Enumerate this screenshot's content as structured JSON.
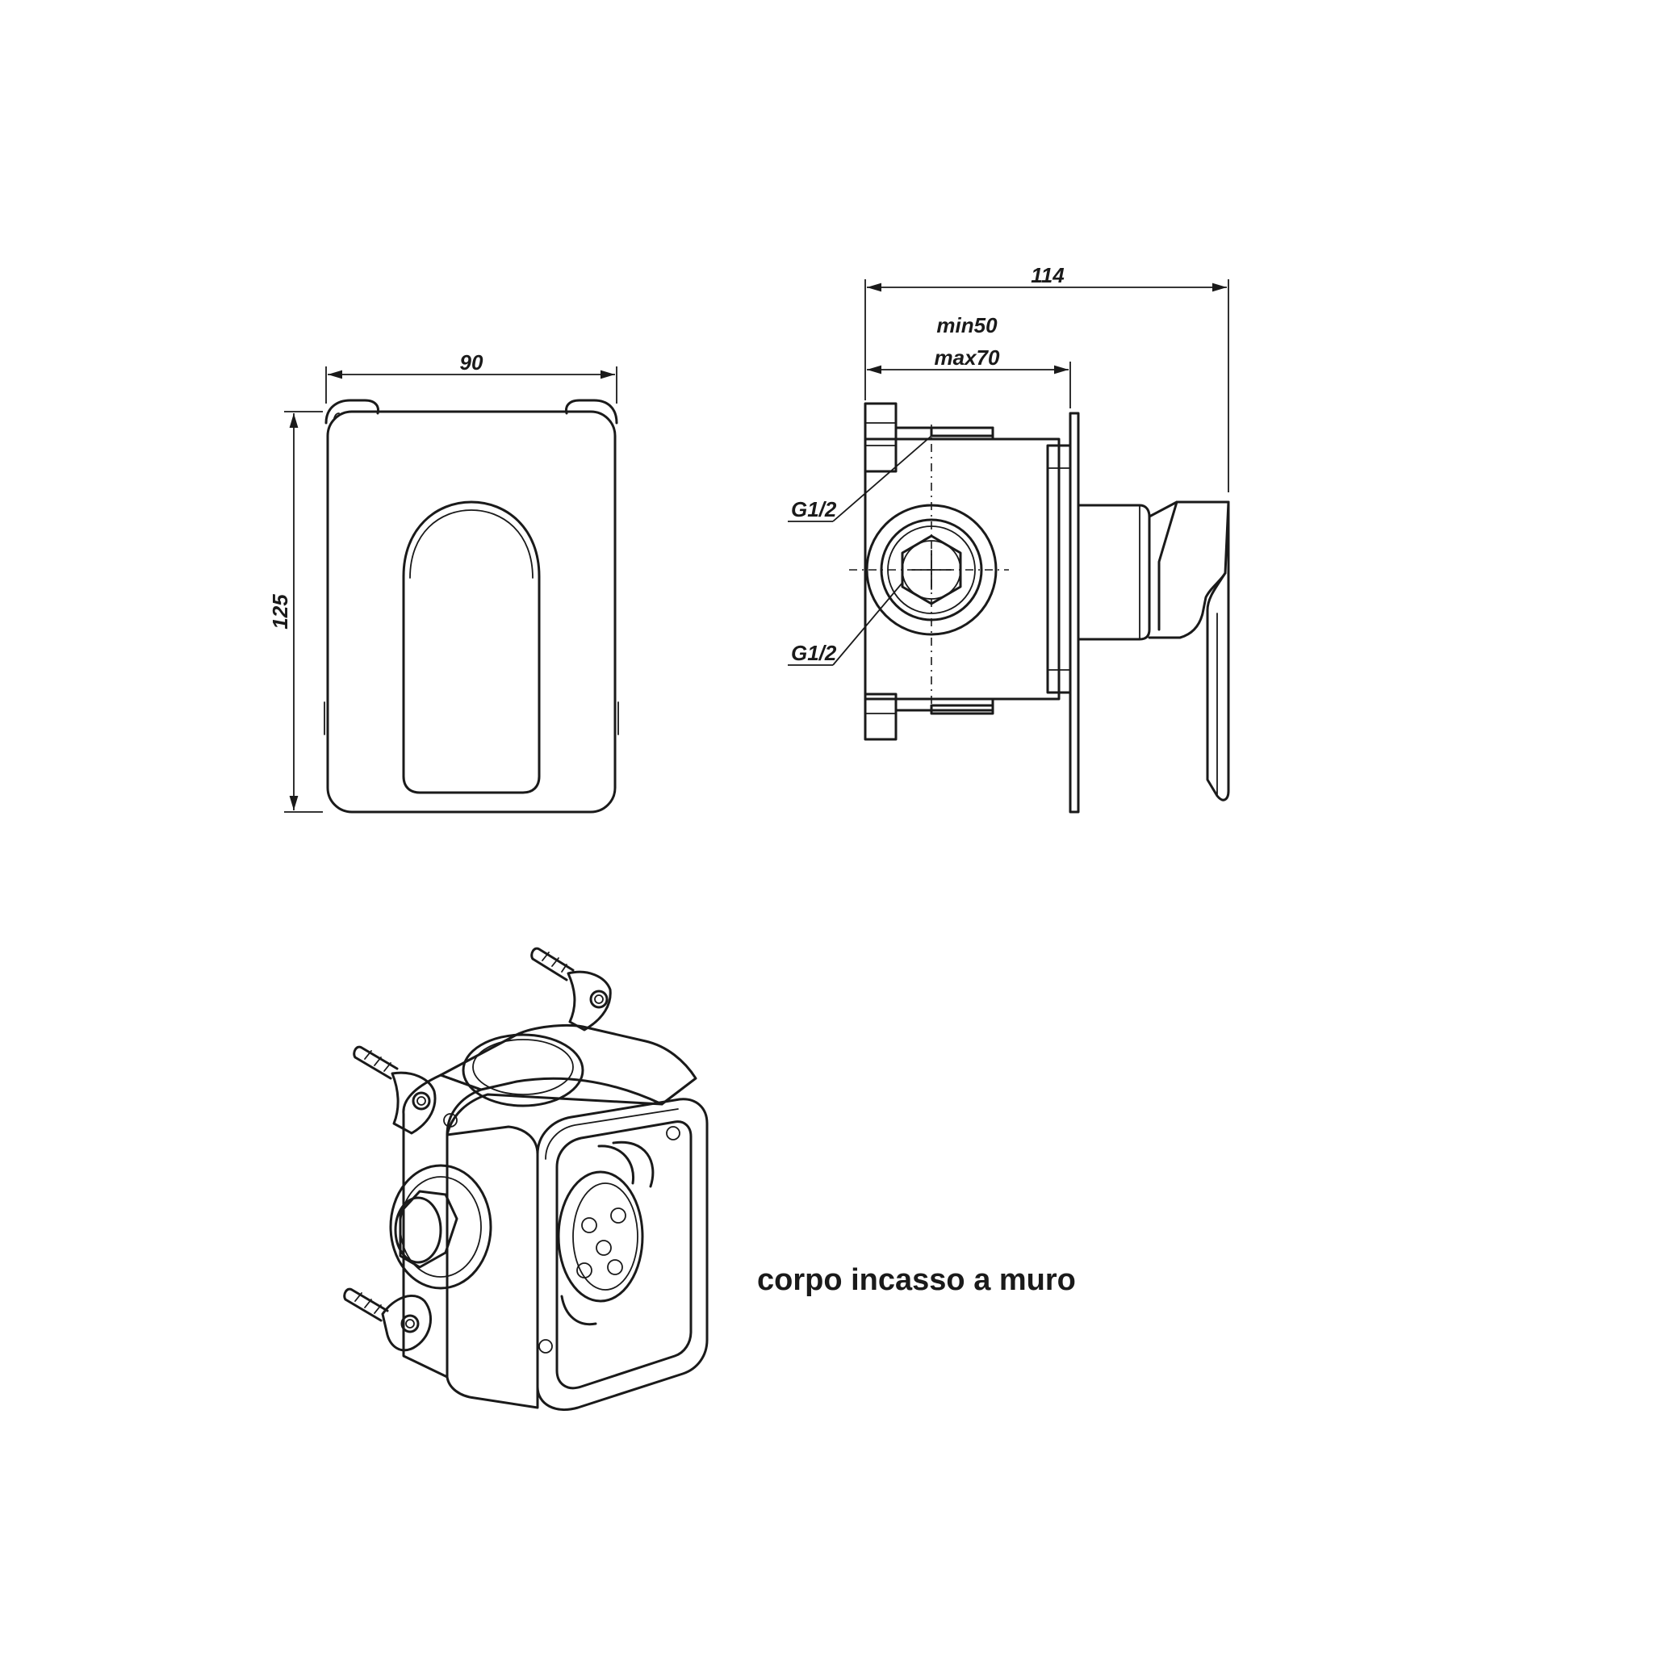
{
  "front_view": {
    "width_label": "90",
    "height_label": "125"
  },
  "side_view": {
    "overall_depth_label": "114",
    "embed_min_label": "min50",
    "embed_max_label": "max70",
    "thread_top_label": "G1/2",
    "thread_bottom_label": "G1/2"
  },
  "caption": "corpo incasso a muro"
}
